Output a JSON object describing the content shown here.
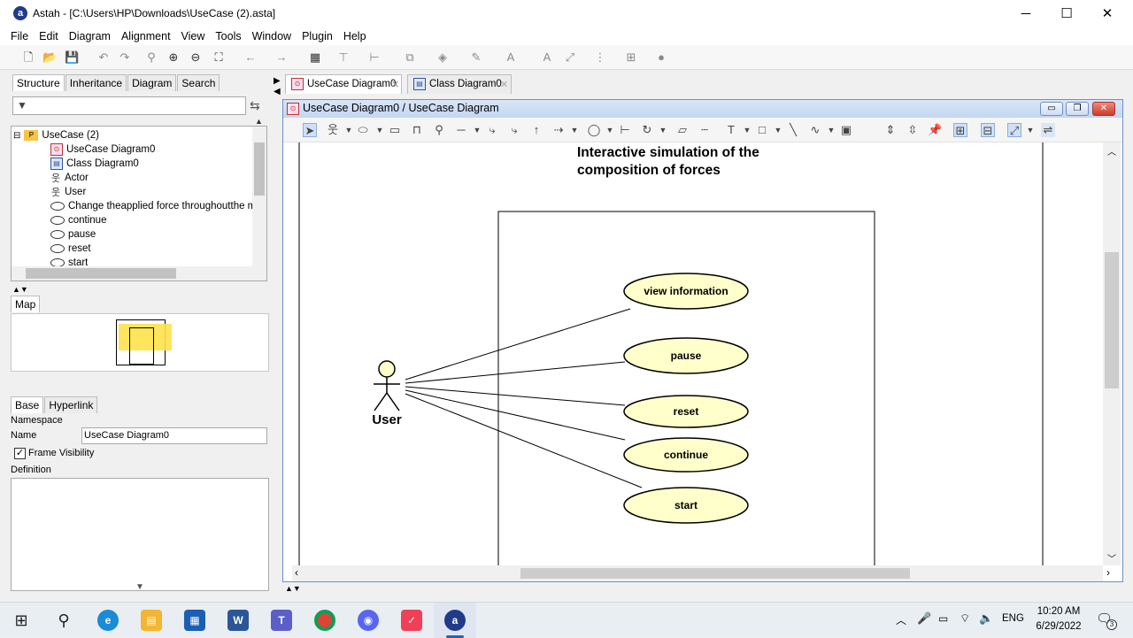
{
  "window": {
    "title": "Astah - [C:\\Users\\HP\\Downloads\\UseCase (2).asta]",
    "app_icon": "astah-icon",
    "minimize": "─",
    "maximize": "☐",
    "close": "✕"
  },
  "menu": [
    "File",
    "Edit",
    "Diagram",
    "Alignment",
    "View",
    "Tools",
    "Window",
    "Plugin",
    "Help"
  ],
  "left_tabs": [
    "Structure",
    "Inheritance",
    "Diagram",
    "Search"
  ],
  "tree": {
    "root": "UseCase (2)",
    "items": [
      {
        "label": "UseCase Diagram0",
        "icon": "usecase-diagram-icon"
      },
      {
        "label": "Class Diagram0",
        "icon": "class-diagram-icon"
      },
      {
        "label": "Actor",
        "icon": "actor-icon"
      },
      {
        "label": "User",
        "icon": "actor-icon"
      },
      {
        "label": "Change theapplied force throughoutthe mo",
        "icon": "usecase-icon"
      },
      {
        "label": "continue",
        "icon": "usecase-icon"
      },
      {
        "label": "pause",
        "icon": "usecase-icon"
      },
      {
        "label": "reset",
        "icon": "usecase-icon"
      },
      {
        "label": "start",
        "icon": "usecase-icon"
      }
    ]
  },
  "map_tab": "Map",
  "prop_tabs": [
    "Base",
    "Hyperlink"
  ],
  "props": {
    "namespace_label": "Namespace",
    "name_label": "Name",
    "name_value": "UseCase Diagram0",
    "frame_visibility": "Frame Visibility",
    "frame_visibility_checked": true,
    "definition_label": "Definition"
  },
  "editor_tabs": [
    {
      "label": "UseCase Diagram0",
      "active": true
    },
    {
      "label": "Class Diagram0",
      "active": false
    }
  ],
  "inner_window_title": "UseCase Diagram0 / UseCase Diagram",
  "diagram": {
    "title_line1": "Interactive simulation of the",
    "title_line2": "composition of forces",
    "actor": "User",
    "usecases": [
      "view information",
      "pause",
      "reset",
      "continue",
      "start"
    ]
  },
  "clock": {
    "time": "10:20 AM",
    "date": "6/29/2022"
  },
  "tray": {
    "lang": "ENG",
    "notifications": "3"
  },
  "colors": {
    "usecase_fill": "#ffffcc",
    "accent_blue": "#1a63c7",
    "map_highlight": "#ffe14d"
  }
}
